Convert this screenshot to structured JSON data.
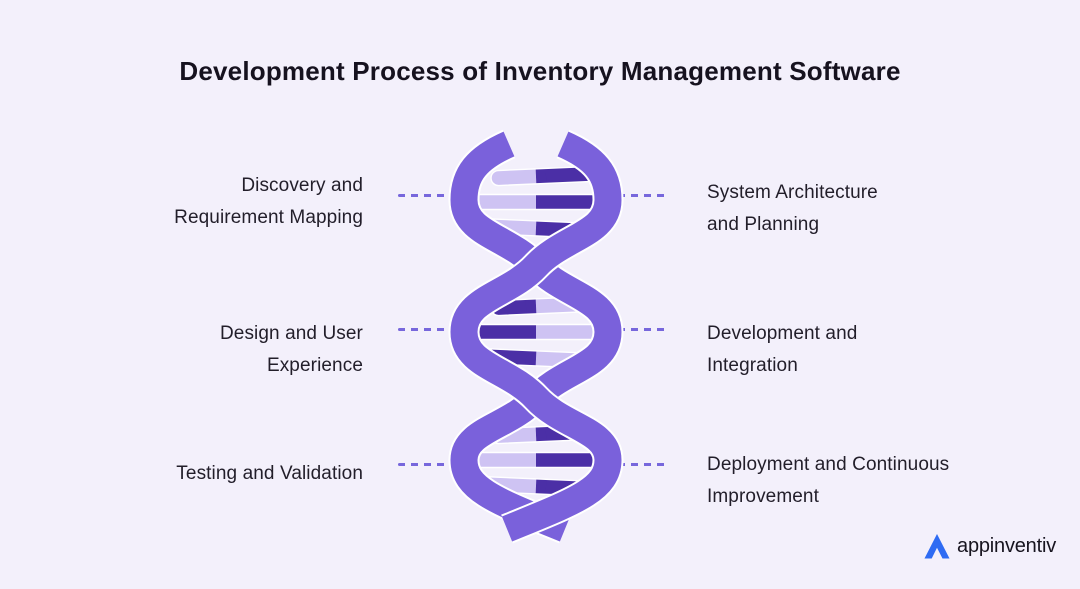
{
  "title": "Development Process of Inventory Management Software",
  "rows": [
    {
      "left_line1": "Discovery and",
      "left_line2": "Requirement Mapping",
      "right_line1": "System Architecture",
      "right_line2": "and Planning"
    },
    {
      "left_line1": "Design and User",
      "left_line2": "Experience",
      "right_line1": "Development and",
      "right_line2": "Integration"
    },
    {
      "left_line1": "Testing and Validation",
      "left_line2": "",
      "right_line1": "Deployment and Continuous",
      "right_line2": "Improvement"
    }
  ],
  "logo": {
    "text": "appinventiv"
  },
  "colors": {
    "background": "#F3F0FB",
    "helix_strand": "#7A61DB",
    "rung_light": "#CEC3F3",
    "rung_dark": "#4B2FA6",
    "dashed_line": "#7767DC",
    "title_text": "#16121F",
    "label_text": "#221E2A",
    "logo_blue": "#2E6BF3"
  }
}
